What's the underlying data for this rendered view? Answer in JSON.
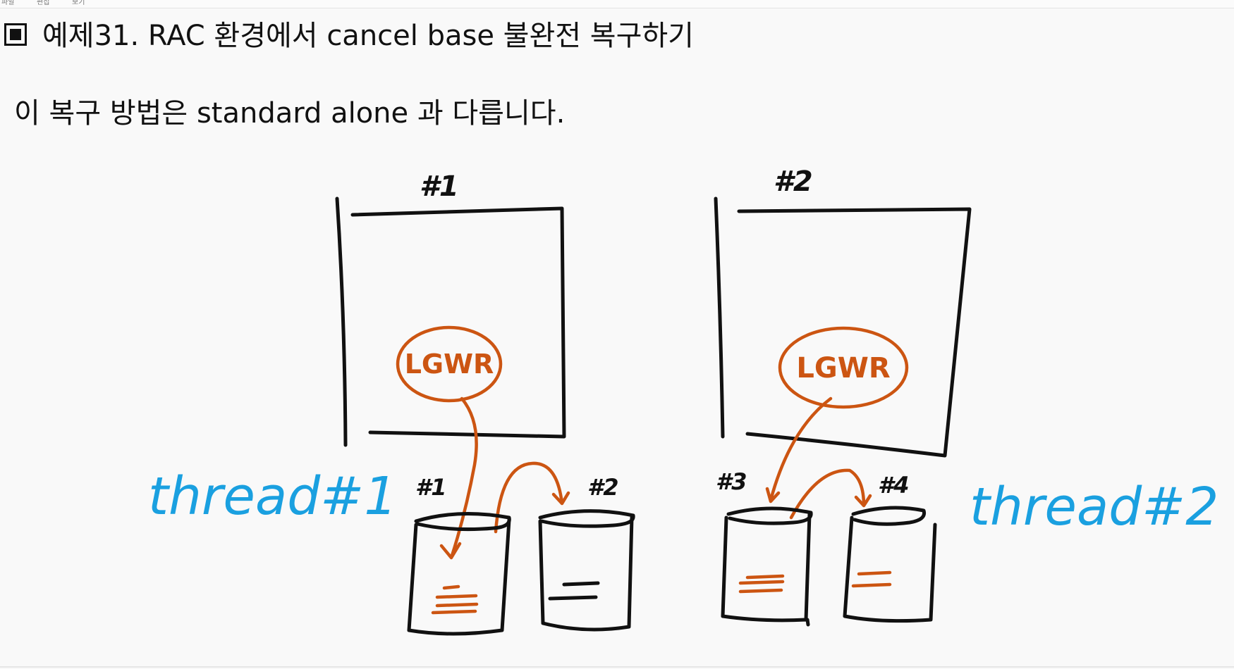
{
  "top_strip": {
    "fragments": [
      "파일",
      "편집",
      "보기"
    ]
  },
  "heading": {
    "icon": "black-square-in-box-icon",
    "text": "예제31.  RAC 환경에서  cancel base 불완전 복구하기"
  },
  "intro": {
    "text": "이 복구 방법은 standard alone 과 다릅니다."
  },
  "diagram": {
    "instances": [
      {
        "label": "#1",
        "process": "LGWR",
        "thread_label": "thread#1",
        "redo_logs": [
          {
            "label": "#1"
          },
          {
            "label": "#2"
          }
        ]
      },
      {
        "label": "#2",
        "process": "LGWR",
        "thread_label": "thread#2",
        "redo_logs": [
          {
            "label": "#3"
          },
          {
            "label": "#4"
          }
        ]
      }
    ],
    "colors": {
      "ink": "#111111",
      "lgwr": "#cc5512",
      "thread": "#1aa0e0"
    }
  }
}
